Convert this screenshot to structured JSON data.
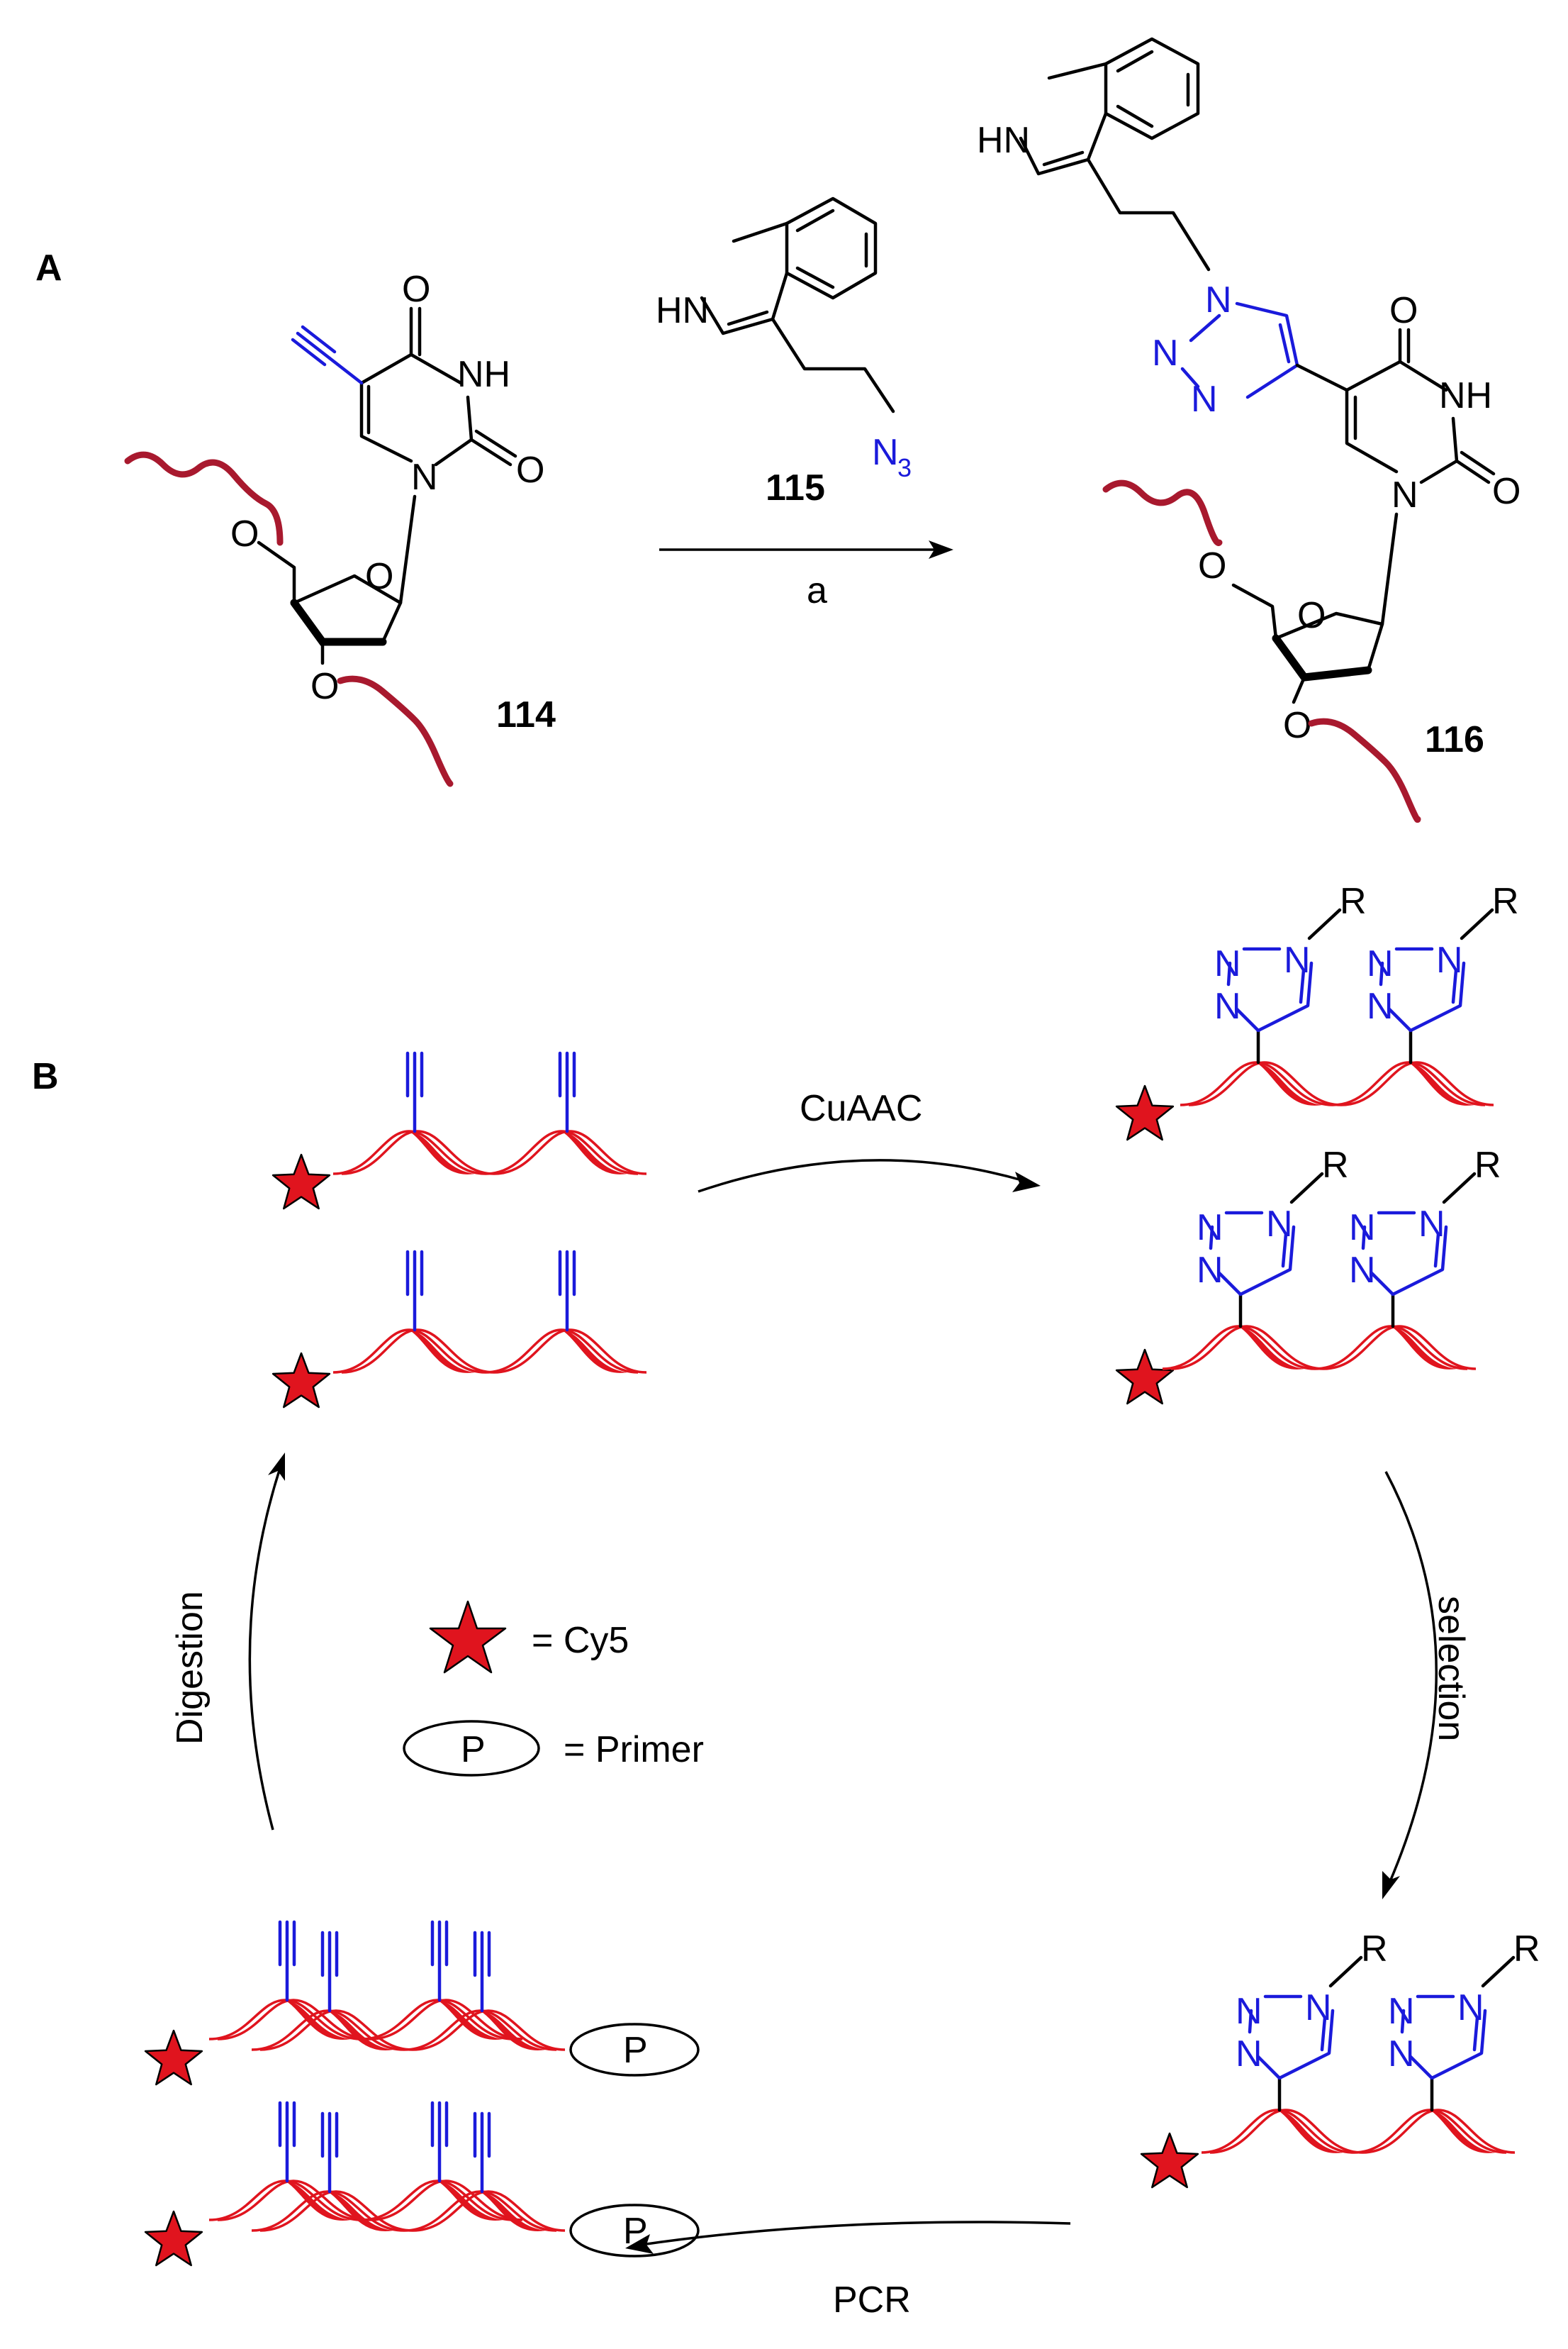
{
  "panels": {
    "a_label": "A",
    "b_label": "B"
  },
  "panel_a": {
    "compound_start": "114",
    "compound_azide": "115",
    "compound_product": "116",
    "reagent_label": "a",
    "atoms": {
      "O": "O",
      "NH": "NH",
      "N": "N",
      "HN": "HN",
      "N3": "N",
      "N3_sub": "3"
    }
  },
  "panel_b": {
    "step_cuaac": "CuAAC",
    "step_selection": "selection",
    "step_pcr": "PCR",
    "step_digestion": "Digestion",
    "legend": {
      "cy5": "= Cy5",
      "primer": "= Primer",
      "primer_symbol": "P"
    },
    "substituent": "R",
    "triazole_atom": "N"
  },
  "colors": {
    "strand": "#e0141e",
    "wavy_strand": "#a8192e",
    "click_blue": "#1a1adb"
  }
}
